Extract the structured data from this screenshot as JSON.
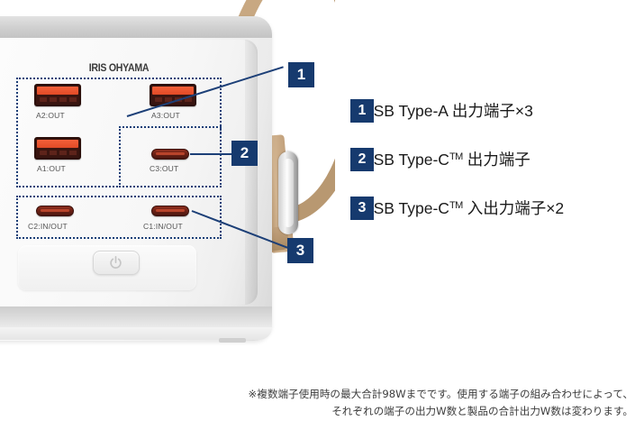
{
  "product": {
    "brand": "IRIS OHYAMA",
    "power_button_icon": "power-icon",
    "ports": [
      {
        "id": "A2",
        "label": "A2:OUT",
        "type": "usb-a"
      },
      {
        "id": "A3",
        "label": "A3:OUT",
        "type": "usb-a"
      },
      {
        "id": "A1",
        "label": "A1:OUT",
        "type": "usb-a"
      },
      {
        "id": "C3",
        "label": "C3:OUT",
        "type": "usb-c"
      },
      {
        "id": "C2",
        "label": "C2:IN/OUT",
        "type": "usb-c"
      },
      {
        "id": "C1",
        "label": "C1:IN/OUT",
        "type": "usb-c"
      }
    ],
    "callouts": [
      {
        "number": "1"
      },
      {
        "number": "2"
      },
      {
        "number": "3"
      }
    ]
  },
  "legend": {
    "items": [
      {
        "number": "1",
        "text_before": "USB Type-A 出力端子×3",
        "tm": "",
        "text_after": ""
      },
      {
        "number": "2",
        "text_before": "USB Type-C",
        "tm": "TM",
        "text_after": " 出力端子"
      },
      {
        "number": "3",
        "text_before": "USB Type-C",
        "tm": "TM",
        "text_after": " 入出力端子×2"
      }
    ]
  },
  "footnote": {
    "line1": "※複数端子使用時の最大合計98Wまでです。使用する端子の組み合わせによって、",
    "line2": "それぞれの端子の出力W数と製品の合計出力W数は変わります。"
  },
  "colors": {
    "badge_navy": "#163a6e",
    "dash_navy": "#1c3f77",
    "usb_a_accent": "#e14a26",
    "strap_tan": "#c8a882"
  }
}
